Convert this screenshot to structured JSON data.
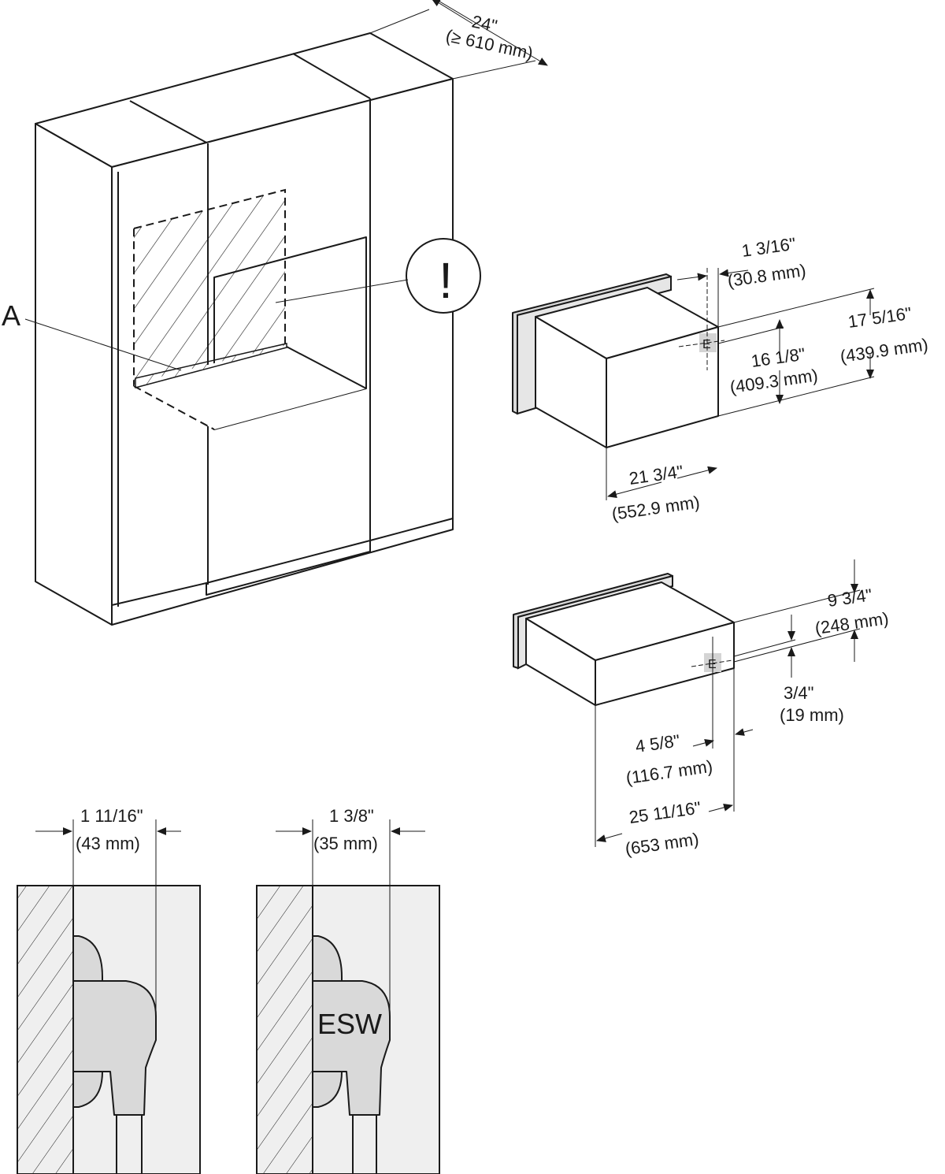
{
  "cabinet": {
    "depth_in": "24\"",
    "depth_mm": "(≥ 610 mm)",
    "label_a": "A",
    "warning_symbol": "!"
  },
  "upper_unit": {
    "panel_offset_in": "1 3/16\"",
    "panel_offset_mm": "(30.8 mm)",
    "outer_height_in": "17 5/16\"",
    "outer_height_mm": "(439.9 mm)",
    "inner_height_in": "16 1/8\"",
    "inner_height_mm": "(409.3 mm)",
    "width_in": "21 3/4\"",
    "width_mm": "(552.9 mm)",
    "socket_label": "E"
  },
  "lower_unit": {
    "height_in": "9 3/4\"",
    "height_mm": "(248 mm)",
    "offset_in": "3/4\"",
    "offset_mm": "(19 mm)",
    "socket_offset_in": "4 5/8\"",
    "socket_offset_mm": "(116.7 mm)",
    "depth_in": "25 11/16\"",
    "depth_mm": "(653 mm)",
    "socket_label": "E"
  },
  "plug_left": {
    "clearance_in": "1 11/16\"",
    "clearance_mm": "(43 mm)"
  },
  "plug_right": {
    "clearance_in": "1 3/8\"",
    "clearance_mm": "(35 mm)",
    "plug_label": "ESW"
  }
}
